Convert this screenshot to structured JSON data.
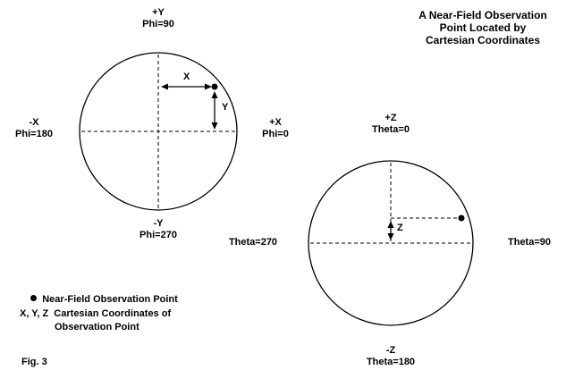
{
  "title": {
    "line1": "A Near-Field Observation",
    "line2": "Point Located by",
    "line3": "Cartesian Coordinates"
  },
  "phi_diagram": {
    "top_axis": "+Y",
    "top_angle": "Phi=90",
    "left_axis": "-X",
    "left_angle": "Phi=180",
    "right_axis": "+X",
    "right_angle": "Phi=0",
    "bottom_axis": "-Y",
    "bottom_angle": "Phi=270",
    "x_dim_label": "X",
    "y_dim_label": "Y"
  },
  "theta_diagram": {
    "top_axis": "+Z",
    "top_angle": "Theta=0",
    "left_angle": "Theta=270",
    "right_angle": "Theta=90",
    "bottom_axis": "-Z",
    "bottom_angle": "Theta=180",
    "z_dim_label": "Z"
  },
  "legend": {
    "point_label": "Near-Field Observation Point",
    "coords_label_line1": "X, Y, Z  Cartesian Coordinates of",
    "coords_label_line2": "Observation Point"
  },
  "figure_label": "Fig. 3",
  "colors": {
    "ink": "#000000",
    "background": "#ffffff"
  }
}
